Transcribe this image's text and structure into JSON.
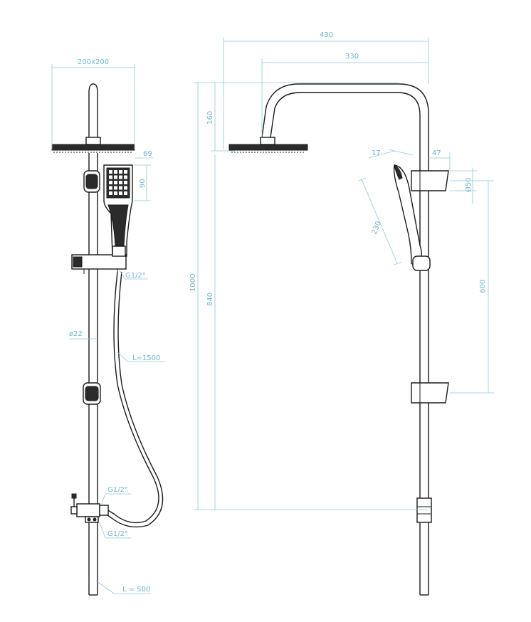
{
  "dimensions": {
    "head_size": "200x200",
    "head_depth": "69",
    "hand_shower_height": "90",
    "connection_upper": "G1/2\"",
    "pipe_diameter": "ø22",
    "hose_length": "L=1500",
    "connection_mid_top": "G1/2\"",
    "connection_mid_bottom": "G1/2\"",
    "pipe_length": "L = 500",
    "overall_width": "430",
    "arm_reach": "330",
    "total_height": "1000",
    "head_drop": "160",
    "column_height": "840",
    "handle_depth": "17",
    "holder_depth": "47",
    "holder_diameter": "Ø50",
    "hand_shower_length": "230",
    "holder_spacing": "600"
  },
  "colors": {
    "outline": "#1b1b1b",
    "dimension": "#8fc8dc",
    "dimension_text": "#6fb6cf"
  }
}
